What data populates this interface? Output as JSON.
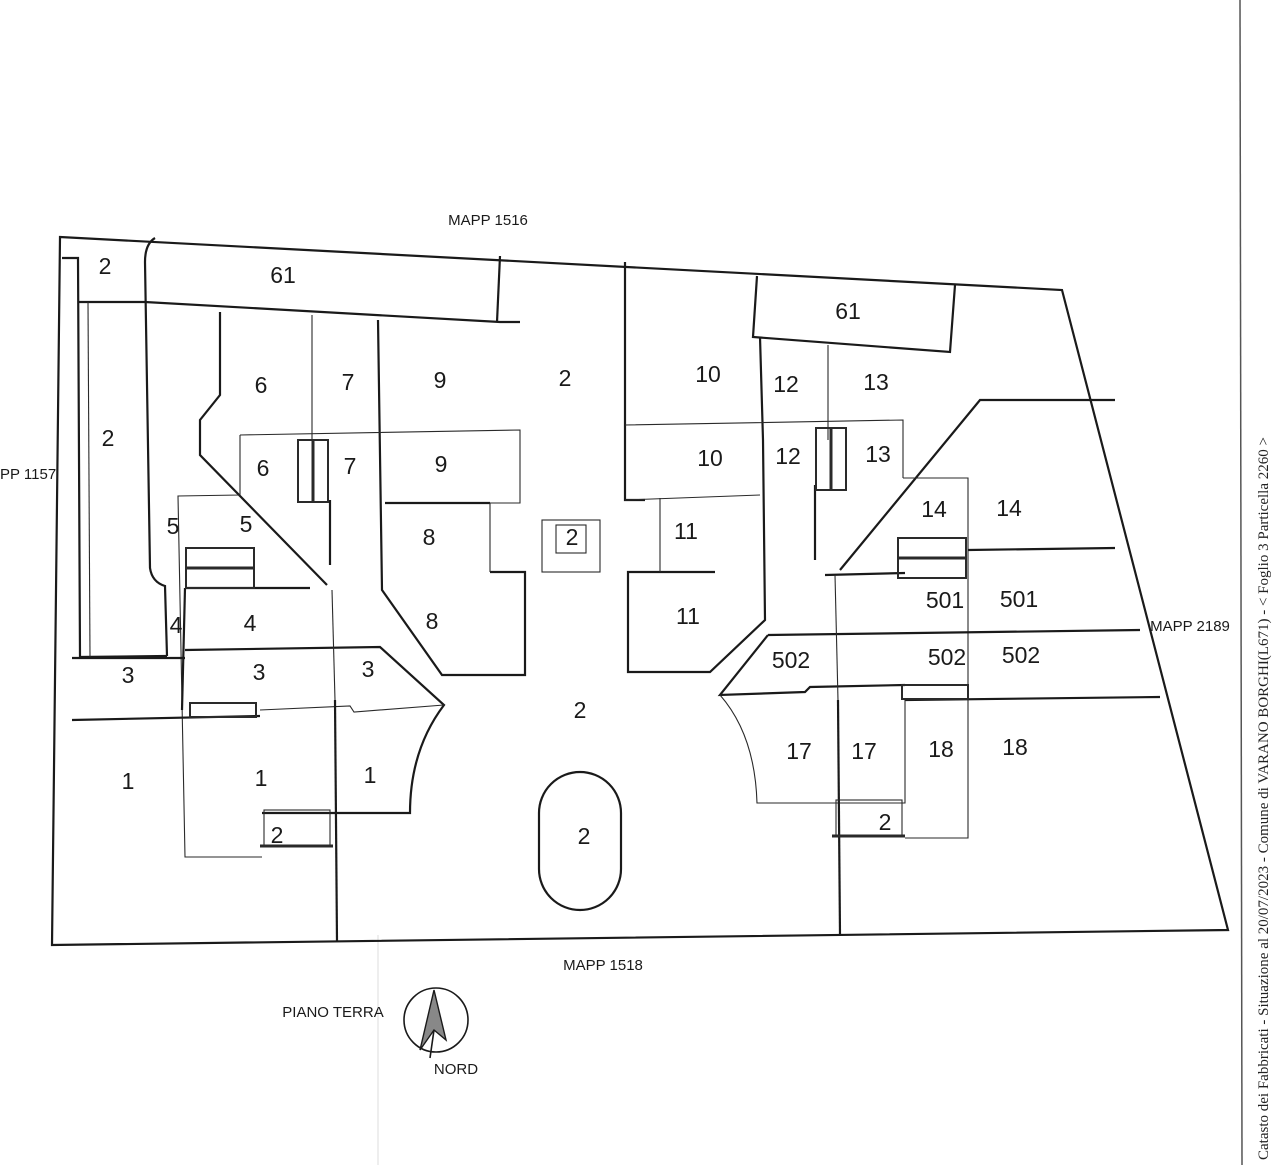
{
  "plan": {
    "title": "PIANO TERRA",
    "north_label": "NORD",
    "neighbours": {
      "top": "MAPP 1516",
      "bottom": "MAPP 1518",
      "right": "MAPP 2189",
      "left": "PP 1157"
    },
    "parcels": [
      "2",
      "61",
      "2",
      "6",
      "7",
      "9",
      "2",
      "10",
      "12",
      "13",
      "61",
      "6",
      "7",
      "9",
      "10",
      "12",
      "13",
      "5",
      "5",
      "8",
      "2",
      "11",
      "14",
      "14",
      "4",
      "4",
      "8",
      "11",
      "501",
      "501",
      "3",
      "3",
      "3",
      "502",
      "502",
      "502",
      "2",
      "1",
      "1",
      "1",
      "17",
      "17",
      "18",
      "18",
      "2",
      "2",
      "2"
    ]
  },
  "margin_note": "Catasto dei Fabbricati - Situazione al 20/07/2023 - Comune di VARANO BORGHI(L671) - < Foglio 3 Particella 2260 >"
}
